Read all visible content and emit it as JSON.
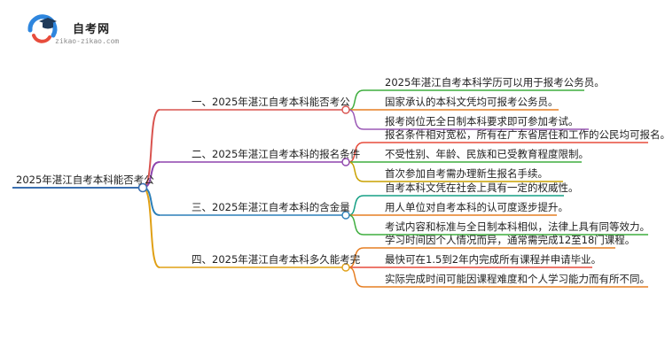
{
  "logo": {
    "name": "自考网",
    "domain": "zikao-zikao.com"
  },
  "colors": {
    "root": "#3a6fb0",
    "branch1": "#d9534f",
    "branch2": "#8e44ad",
    "branch3": "#2c7fb8",
    "branch4": "#e0a015",
    "leaf_green": "#3fae3f",
    "leaf_orange": "#e67e22",
    "leaf_purple": "#9b59b6",
    "leaf_teal": "#16a085",
    "leaf_red": "#e74c3c",
    "leaf_gold": "#c9a100"
  },
  "root": {
    "label": "2025年湛江自考本科能否考公"
  },
  "branches": [
    {
      "label": "一、2025年湛江自考本科能否考公",
      "leaves": [
        "2025年湛江自考本科学历可以用于报考公务员。",
        "国家承认的本科文凭均可报考公务员。",
        "报考岗位无全日制本科要求即可参加考试。"
      ]
    },
    {
      "label": "二、2025年湛江自考本科的报名条件",
      "leaves": [
        "报名条件相对宽松，所有在广东省居住和工作的公民均可报名。",
        "不受性别、年龄、民族和已受教育程度限制。",
        "首次参加自考需办理新生报名手续。"
      ]
    },
    {
      "label": "三、2025年湛江自考本科的含金量",
      "leaves": [
        "自考本科文凭在社会上具有一定的权威性。",
        "用人单位对自考本科的认可度逐步提升。",
        "考试内容和标准与全日制本科相似，法律上具有同等效力。"
      ]
    },
    {
      "label": "四、2025年湛江自考本科多久能考完",
      "leaves": [
        "学习时间因个人情况而异，通常需完成12至18门课程。",
        "最快可在1.5到2年内完成所有课程并申请毕业。",
        "实际完成时间可能因课程难度和个人学习能力而有所不同。"
      ]
    }
  ]
}
